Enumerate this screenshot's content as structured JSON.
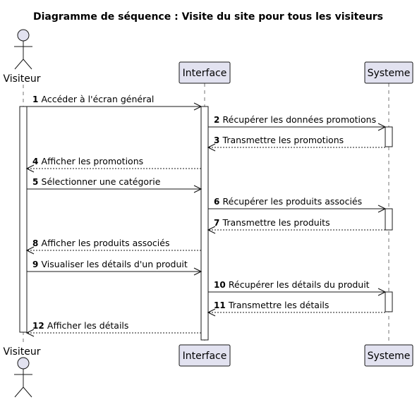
{
  "title": "Diagramme de séquence : Visite du site pour tous les visiteurs",
  "participants": {
    "visiteur": {
      "label": "Visiteur"
    },
    "interface": {
      "label": "Interface"
    },
    "systeme": {
      "label": "Systeme"
    }
  },
  "messages": [
    {
      "num": "1",
      "text": "Accéder à l'écran général",
      "from": "visiteur",
      "to": "interface",
      "style": "solid"
    },
    {
      "num": "2",
      "text": "Récupérer les données promotions",
      "from": "interface",
      "to": "systeme",
      "style": "solid"
    },
    {
      "num": "3",
      "text": "Transmettre les promotions",
      "from": "systeme",
      "to": "interface",
      "style": "dashed"
    },
    {
      "num": "4",
      "text": "Afficher les promotions",
      "from": "interface",
      "to": "visiteur",
      "style": "dashed"
    },
    {
      "num": "5",
      "text": "Sélectionner une catégorie",
      "from": "visiteur",
      "to": "interface",
      "style": "solid"
    },
    {
      "num": "6",
      "text": "Récupérer les produits associés",
      "from": "interface",
      "to": "systeme",
      "style": "solid"
    },
    {
      "num": "7",
      "text": "Transmettre les produits",
      "from": "systeme",
      "to": "interface",
      "style": "dashed"
    },
    {
      "num": "8",
      "text": "Afficher les produits associés",
      "from": "interface",
      "to": "visiteur",
      "style": "dashed"
    },
    {
      "num": "9",
      "text": "Visualiser les détails d'un produit",
      "from": "visiteur",
      "to": "interface",
      "style": "solid"
    },
    {
      "num": "10",
      "text": "Récupérer les détails du produit",
      "from": "interface",
      "to": "systeme",
      "style": "solid"
    },
    {
      "num": "11",
      "text": "Transmettre les détails",
      "from": "systeme",
      "to": "interface",
      "style": "dashed"
    },
    {
      "num": "12",
      "text": "Afficher les détails",
      "from": "interface",
      "to": "visiteur",
      "style": "dashed"
    }
  ]
}
